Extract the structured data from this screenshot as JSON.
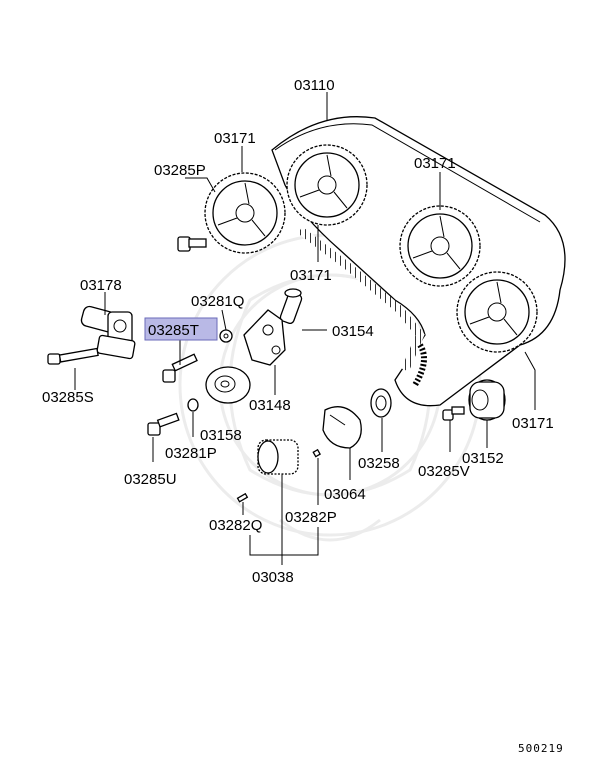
{
  "diagram": {
    "ref_code": "500219",
    "labels": {
      "p03110": "03110",
      "p03171_top": "03171",
      "p03285P": "03285P",
      "p03171_right_top": "03171",
      "p03171_mid": "03171",
      "p03178": "03178",
      "p03281Q": "03281Q",
      "p03154": "03154",
      "p03285T": "03285T",
      "p03285S": "03285S",
      "p03148": "03148",
      "p03158": "03158",
      "p03281P": "03281P",
      "p03285U": "03285U",
      "p03258": "03258",
      "p03285V": "03285V",
      "p03152": "03152",
      "p03171_right_low": "03171",
      "p03064": "03064",
      "p03282Q": "03282Q",
      "p03282P": "03282P",
      "p03038": "03038"
    },
    "highlighted": "p03285T",
    "highlight_color": "#b9b9e6"
  }
}
